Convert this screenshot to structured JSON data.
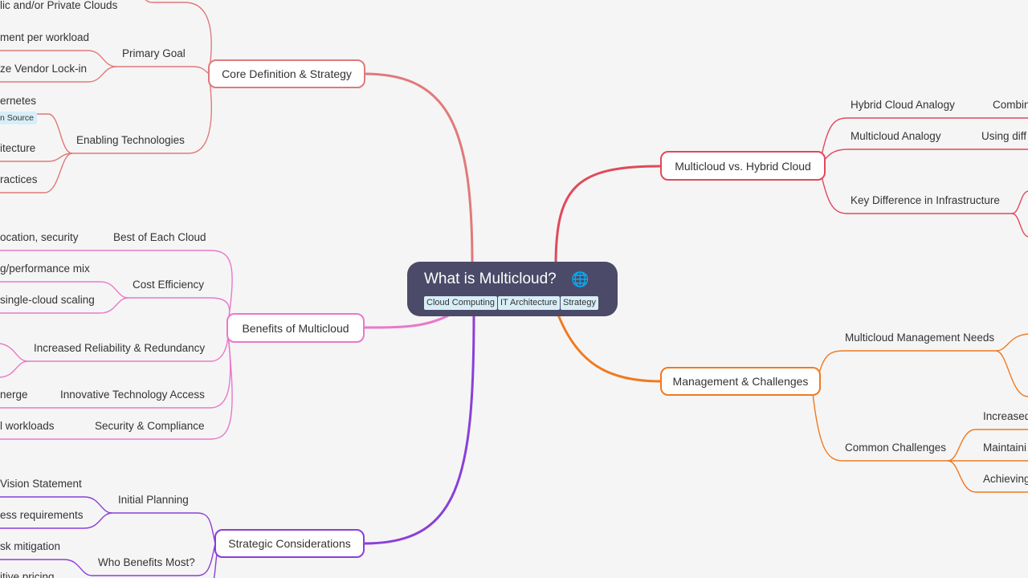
{
  "root": {
    "title": "What is Multicloud?",
    "icon": "globe-icon",
    "tags": [
      "Cloud Computing",
      "IT Architecture",
      "Strategy"
    ]
  },
  "branches": {
    "core": {
      "label": "Core Definition & Strategy",
      "color": "#e07a7a",
      "items": {
        "clouds": "lic and/or Private Clouds",
        "primary_goal": "Primary Goal",
        "workload": "ment per workload",
        "lockin": "ze Vendor Lock-in",
        "enabling": "Enabling Technologies",
        "kubernetes": "ernetes",
        "open_source": "n Source",
        "architecture": "itecture",
        "practices": "ractices"
      }
    },
    "benefits": {
      "label": "Benefits of Multicloud",
      "color": "#e879c9",
      "items": {
        "best": "Best of Each Cloud",
        "location": "ocation, security",
        "cost": "Cost Efficiency",
        "perf_mix": "g/performance mix",
        "scaling": "single-cloud scaling",
        "reliability": "Increased Reliability & Redundancy",
        "innovative": "Innovative Technology Access",
        "emerge": "nerge",
        "security": "Security & Compliance",
        "workloads": "l workloads"
      }
    },
    "strategic": {
      "label": "Strategic Considerations",
      "color": "#8b3fd9",
      "items": {
        "initial": "Initial Planning",
        "vision": "Vision Statement",
        "requirements": "ess requirements",
        "who": "Who Benefits Most?",
        "risk": "sk mitigation",
        "pricing": "itive pricing"
      }
    },
    "hybrid": {
      "label": "Multicloud vs. Hybrid Cloud",
      "color": "#e04a5a",
      "items": {
        "hybrid_analogy": "Hybrid Cloud Analogy",
        "combin": "Combin",
        "multi_analogy": "Multicloud Analogy",
        "using": "Using diff",
        "key_diff": "Key Difference in Infrastructure"
      }
    },
    "management": {
      "label": "Management & Challenges",
      "color": "#f07a20",
      "items": {
        "needs": "Multicloud Management Needs",
        "common": "Common Challenges",
        "increased": "Increased",
        "maintaining": "Maintaini",
        "achieving": "Achieving"
      }
    }
  }
}
